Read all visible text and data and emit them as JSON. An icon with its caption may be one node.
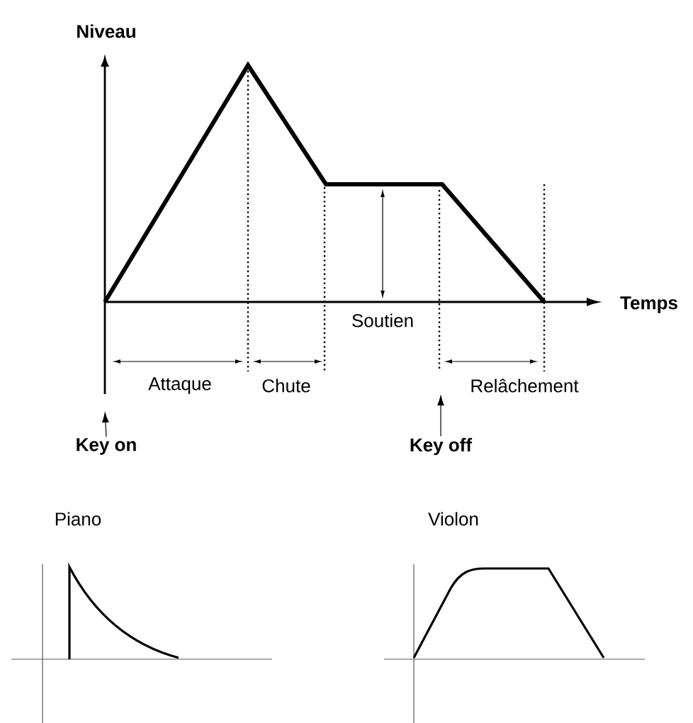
{
  "diagram": {
    "nodes": [
      {
        "text": [
          "Key on"
        ]
      },
      {
        "text": [
          "Key off"
        ]
      }
    ],
    "edges": [
      {
        "from": 0,
        "to": null,
        "arrow": "to"
      },
      {
        "from": 1,
        "to": null,
        "arrow": "to"
      }
    ],
    "labels": [
      "Niveau",
      "Temps",
      "Soutien",
      "Attaque",
      "Chute",
      "Relâchement",
      "Piano",
      "Violon"
    ]
  }
}
